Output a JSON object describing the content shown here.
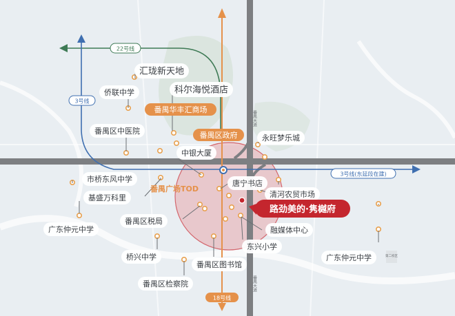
{
  "lines": {
    "line22": "22号线",
    "line3": "3号线",
    "line3_east": "3号线(东延段在建)",
    "line18": "18号线"
  },
  "roads": {
    "road_north": "番禺大道",
    "road_south": "番禺大道"
  },
  "featured": {
    "name": "路劲美的·隽樾府",
    "color": "#c4262e"
  },
  "pois_white": [
    "汇珑新天地",
    "科尔海悦酒店",
    "侨联中学",
    "番禺区中医院",
    "永旺梦乐城",
    "中银大厦",
    "市桥东风中学",
    "唐宁书店",
    "清河农贸市场",
    "基盛万科里",
    "番禺区税局",
    "融媒体中心",
    "广东仲元中学",
    "东兴小学",
    "桥兴中学",
    "番禺区图书馆",
    "番禺区检察院",
    "广东仲元中学"
  ],
  "pois_orange": [
    "番禺华丰汇商场",
    "番禺区政府"
  ],
  "tod": "番禺广场TOD",
  "campus_note": "第二校区",
  "colors": {
    "metro_orange": "#e5914a",
    "metro_blue": "#3f6fb0",
    "metro_green": "#3e7a55",
    "road_gray": "#7d7f82",
    "circle_fill": "#e6a8ac",
    "background": "#e9eef2"
  }
}
